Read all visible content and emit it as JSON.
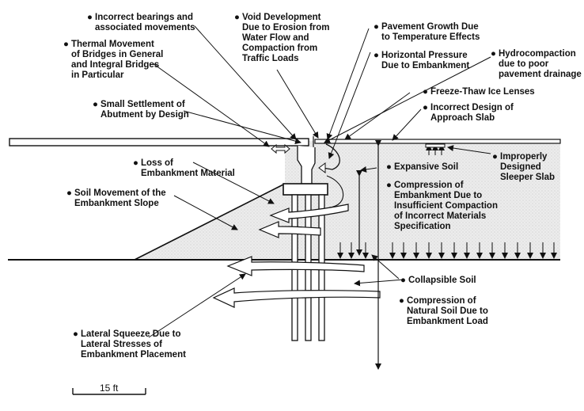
{
  "labels": [
    {
      "id": "incorrect-bearings",
      "bullet": true,
      "text": "Incorrect bearings and\nassociated movements"
    },
    {
      "id": "thermal-movement",
      "bullet": true,
      "text": "Thermal Movement\nof Bridges in General\nand Integral Bridges\nin Particular"
    },
    {
      "id": "small-settlement",
      "bullet": true,
      "text": "Small Settlement of\nAbutment by Design"
    },
    {
      "id": "loss-embankment",
      "bullet": true,
      "text": "Loss of\nEmbankment Material"
    },
    {
      "id": "soil-movement",
      "bullet": true,
      "text": "Soil Movement of the\nEmbankment Slope"
    },
    {
      "id": "void-development",
      "bullet": true,
      "text": "Void Development\nDue to Erosion from\nWater Flow and\nCompaction from\nTraffic Loads"
    },
    {
      "id": "pavement-growth",
      "bullet": true,
      "text": "Pavement Growth Due\nto Temperature Effects"
    },
    {
      "id": "horizontal-pressure",
      "bullet": true,
      "text": "Horizontal Pressure\nDue to Embankment"
    },
    {
      "id": "hydrocompaction",
      "bullet": true,
      "text": "Hydrocompaction\ndue to poor\npavement drainage"
    },
    {
      "id": "freeze-thaw",
      "bullet": true,
      "text": "Freeze-Thaw Ice Lenses"
    },
    {
      "id": "incorrect-design",
      "bullet": true,
      "text": "Incorrect Design of\nApproach Slab"
    },
    {
      "id": "expansive-soil",
      "bullet": true,
      "text": "Expansive Soil"
    },
    {
      "id": "improper-sleeper",
      "bullet": true,
      "text": "Improperly\nDesigned\nSleeper Slab"
    },
    {
      "id": "compression-embankment",
      "bullet": true,
      "text": "Compression of\nEmbankment Due to\nInsufficient Compaction\nof Incorrect Materials\nSpecification"
    },
    {
      "id": "collapsible-soil",
      "bullet": true,
      "text": "Collapsible Soil"
    },
    {
      "id": "compression-natural",
      "bullet": true,
      "text": "Compression of\nNatural Soil Due to\nEmbankment Load"
    },
    {
      "id": "lateral-squeeze",
      "bullet": true,
      "text": "Lateral Squeeze Due to\nLateral Stresses of\nEmbankment Placement"
    }
  ],
  "scale_bar": {
    "text": "15 ft"
  },
  "bullet_glyph": "●"
}
